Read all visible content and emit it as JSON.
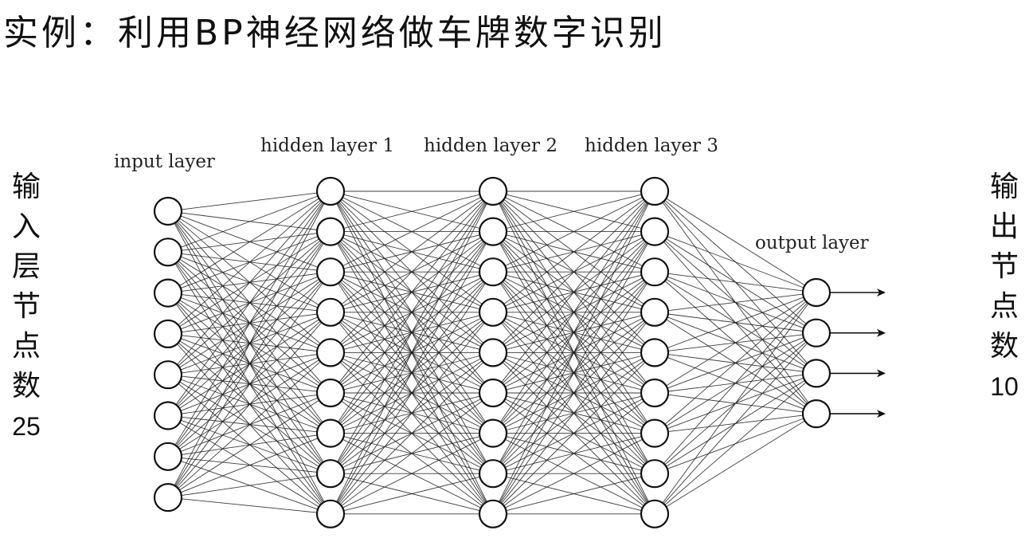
{
  "title": "实例：利用BP神经网络做车牌数字识别",
  "input_side": {
    "chars": [
      "输",
      "入",
      "层",
      "节",
      "点",
      "数"
    ],
    "count": "25"
  },
  "output_side": {
    "chars": [
      "输",
      "出",
      "节",
      "点",
      "数"
    ],
    "count": "10"
  },
  "network": {
    "layers": [
      {
        "label": "input layer",
        "nodes": 8
      },
      {
        "label": "hidden layer 1",
        "nodes": 9
      },
      {
        "label": "hidden layer 2",
        "nodes": 9
      },
      {
        "label": "hidden layer 3",
        "nodes": 9
      },
      {
        "label": "output layer",
        "nodes": 4
      }
    ],
    "output_arrows": true
  },
  "colors": {
    "line": "#1a1a1a",
    "node_fill": "#ffffff"
  }
}
